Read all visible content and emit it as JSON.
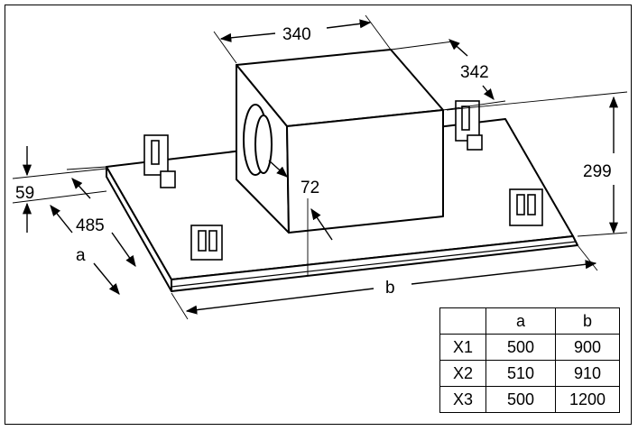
{
  "dimensions": {
    "width_top": "340",
    "depth_top": "342",
    "height": "299",
    "outlet": "72",
    "thickness": "59",
    "depth_inner": "485",
    "a": "a",
    "b": "b"
  },
  "table": {
    "header": [
      "",
      "a",
      "b"
    ],
    "rows": [
      [
        "X1",
        "500",
        "900"
      ],
      [
        "X2",
        "510",
        "910"
      ],
      [
        "X3",
        "500",
        "1200"
      ]
    ]
  },
  "colors": {
    "line": "#000000",
    "background": "#ffffff"
  }
}
